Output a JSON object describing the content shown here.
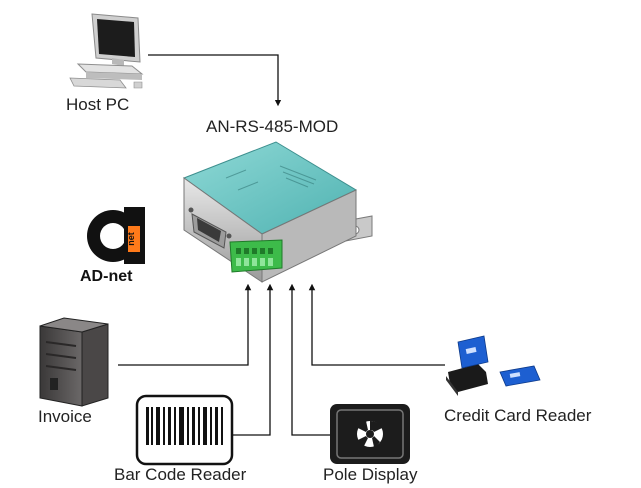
{
  "diagram": {
    "labels": {
      "host_pc": "Host PC",
      "device": "AN-RS-485-MOD",
      "invoice": "Invoice",
      "barcode": "Bar Code Reader",
      "pole": "Pole Display",
      "credit": "Credit Card Reader"
    },
    "logo": {
      "mark_letter": "a",
      "mark_sub": "net",
      "name": "AD-net"
    },
    "colors": {
      "device_teal": "#6fc8c7",
      "terminal_green": "#3dbb4a",
      "connector_line": "#111111",
      "card_blue": "#1d5fd1"
    },
    "icons": [
      "desktop-pc-icon",
      "rs485-converter-icon",
      "tower-server-icon",
      "barcode-icon",
      "pole-display-icon",
      "credit-card-reader-icon"
    ]
  }
}
